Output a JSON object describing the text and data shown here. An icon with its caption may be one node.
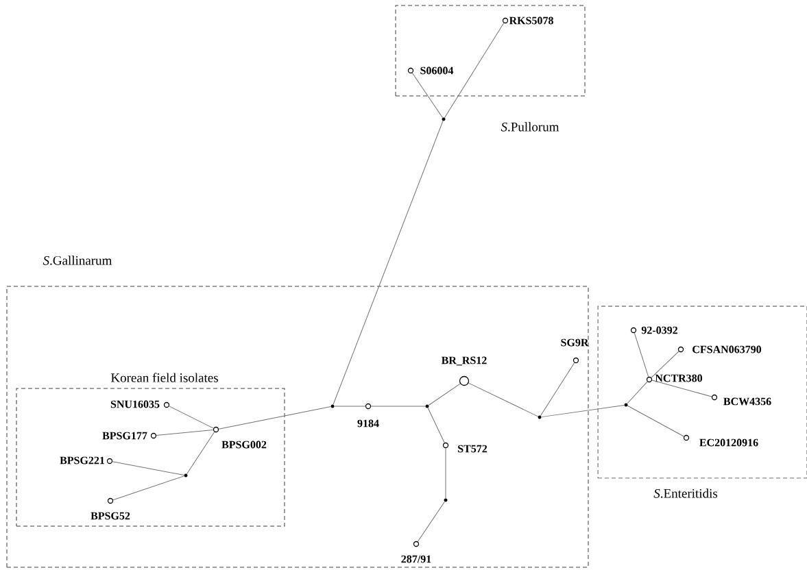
{
  "diagram": {
    "nodes": [
      {
        "text": [
          "*S*.Pullorum"
        ]
      },
      {
        "text": [
          "*S*.Gallinarum"
        ]
      },
      {
        "text": [
          "Korean field isolates"
        ],
        "in": 1
      },
      {
        "text": [
          "*S*.Enteritidis"
        ]
      },
      {
        "text": [
          "RKS5078"
        ],
        "in": 0
      },
      {
        "text": [
          "S06004"
        ],
        "in": 0
      },
      {
        "text": [],
        "shape": "circle"
      },
      {
        "text": [],
        "shape": "circle",
        "in": 1
      },
      {
        "text": [
          "9184"
        ],
        "in": 1
      },
      {
        "text": [],
        "shape": "circle",
        "in": 1
      },
      {
        "text": [
          "BR_RS12"
        ],
        "in": 1
      },
      {
        "text": [
          "ST572"
        ],
        "in": 1
      },
      {
        "text": [],
        "shape": "circle",
        "in": 1
      },
      {
        "text": [
          "287/91"
        ],
        "in": 1
      },
      {
        "text": [],
        "shape": "circle",
        "in": 1
      },
      {
        "text": [
          "SG9R"
        ],
        "in": 1
      },
      {
        "text": [
          "BPSG002"
        ],
        "in": 2
      },
      {
        "text": [
          "SNU16035"
        ],
        "in": 2
      },
      {
        "text": [
          "BPSG177"
        ],
        "in": 2
      },
      {
        "text": [
          "BPSG221"
        ],
        "in": 2
      },
      {
        "text": [],
        "shape": "circle",
        "in": 2
      },
      {
        "text": [
          "BPSG52"
        ],
        "in": 2
      },
      {
        "text": [],
        "shape": "circle",
        "in": 3
      },
      {
        "text": [
          "NCTR380"
        ],
        "in": 3
      },
      {
        "text": [
          "92-0392"
        ],
        "in": 3
      },
      {
        "text": [
          "CFSAN063790"
        ],
        "in": 3
      },
      {
        "text": [
          "BCW4356"
        ],
        "in": 3
      },
      {
        "text": [
          "EC20120916"
        ],
        "in": 3
      }
    ],
    "edges": [
      {
        "from": 4,
        "to": 6,
        "arrow": "none"
      },
      {
        "from": 5,
        "to": 6,
        "arrow": "none"
      },
      {
        "from": 6,
        "to": 7,
        "arrow": "none"
      },
      {
        "from": 7,
        "to": 16,
        "arrow": "none"
      },
      {
        "from": 7,
        "to": 8,
        "arrow": "none"
      },
      {
        "from": 8,
        "to": 9,
        "arrow": "none"
      },
      {
        "from": 9,
        "to": 10,
        "arrow": "none"
      },
      {
        "from": 9,
        "to": 11,
        "arrow": "none"
      },
      {
        "from": 11,
        "to": 12,
        "arrow": "none"
      },
      {
        "from": 12,
        "to": 13,
        "arrow": "none"
      },
      {
        "from": 10,
        "to": 14,
        "arrow": "none"
      },
      {
        "from": 14,
        "to": 15,
        "arrow": "none"
      },
      {
        "from": 14,
        "to": 22,
        "arrow": "none"
      },
      {
        "from": 16,
        "to": 17,
        "arrow": "none"
      },
      {
        "from": 16,
        "to": 18,
        "arrow": "none"
      },
      {
        "from": 16,
        "to": 20,
        "arrow": "none"
      },
      {
        "from": 20,
        "to": 19,
        "arrow": "none"
      },
      {
        "from": 20,
        "to": 21,
        "arrow": "none"
      },
      {
        "from": 22,
        "to": 23,
        "arrow": "none"
      },
      {
        "from": 22,
        "to": 27,
        "arrow": "none"
      },
      {
        "from": 23,
        "to": 24,
        "arrow": "none"
      },
      {
        "from": 23,
        "to": 25,
        "arrow": "none"
      },
      {
        "from": 23,
        "to": 26,
        "arrow": "none"
      }
    ]
  }
}
